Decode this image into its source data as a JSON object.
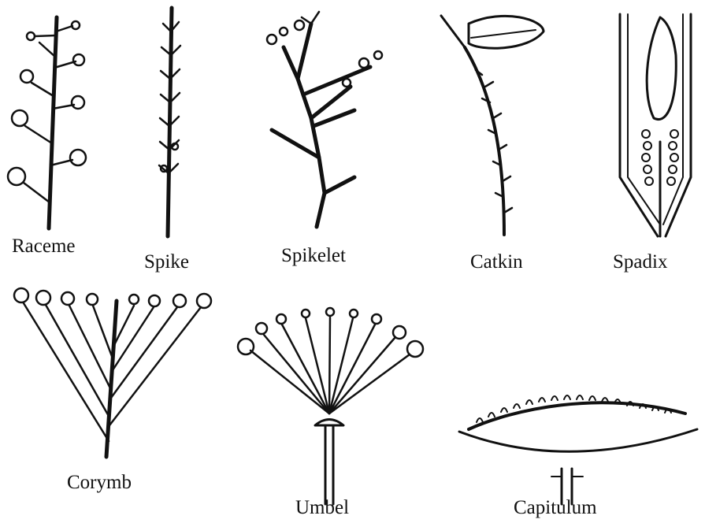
{
  "labels": {
    "raceme": "Raceme",
    "spike": "Spike",
    "spikelet": "Spikelet",
    "catkin": "Catkin",
    "spadix": "Spadix",
    "corymb": "Corymb",
    "umbel": "Umbel",
    "capitulum": "Capitulum"
  },
  "colors": {
    "ink": "#111111",
    "background": "#ffffff"
  }
}
